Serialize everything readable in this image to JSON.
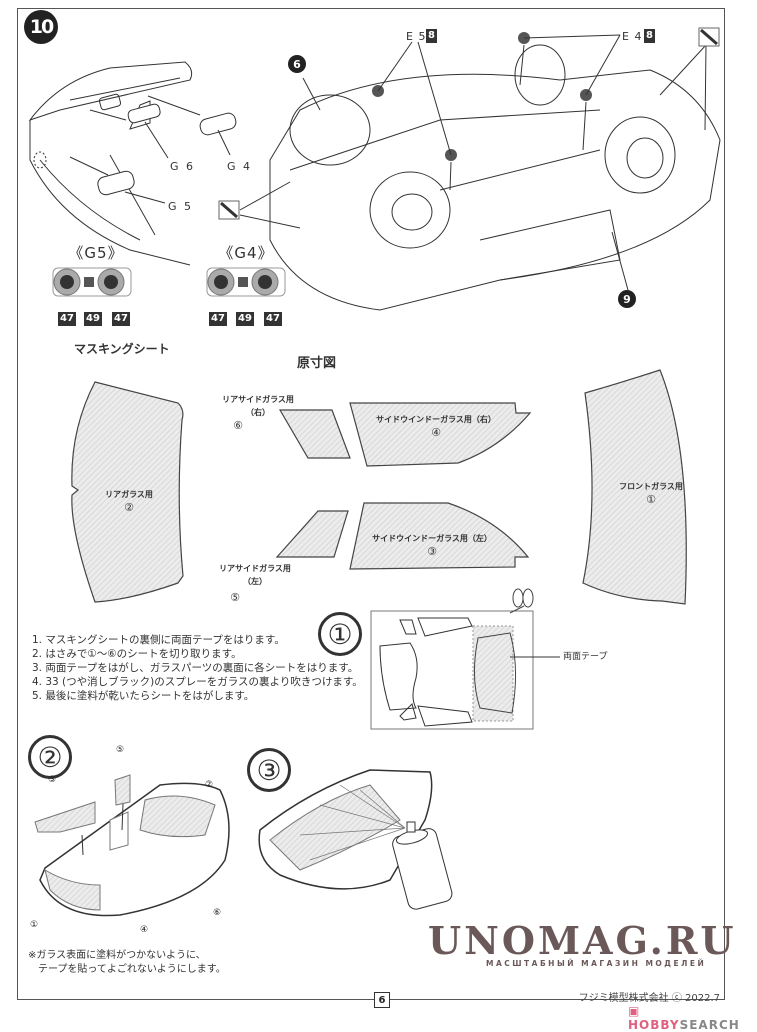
{
  "step_number": "10",
  "parts": {
    "g6": "G 6",
    "g4": "G 4",
    "g5": "G 5",
    "e5": "E 5",
    "e4": "E 4",
    "e_paint": "8",
    "callout_6": "6",
    "callout_9": "9"
  },
  "lamp_details": [
    {
      "title": "《G5》",
      "colors": [
        "47",
        "49",
        "47"
      ]
    },
    {
      "title": "《G4》",
      "colors": [
        "47",
        "49",
        "47"
      ]
    }
  ],
  "masking": {
    "section_title": "マスキングシート",
    "scale_title": "原寸図",
    "sheets": [
      {
        "label": "リアガラス用",
        "num": "②"
      },
      {
        "label": "リアサイドガラス用（右）",
        "num": "⑥"
      },
      {
        "label": "サイドウインドーガラス用（右）",
        "num": "④"
      },
      {
        "label": "フロントガラス用",
        "num": "①"
      },
      {
        "label": "リアサイドガラス用（左）",
        "num": "⑤"
      },
      {
        "label": "サイドウインドーガラス用（左）",
        "num": "③"
      }
    ]
  },
  "instructions": [
    "1. マスキングシートの裏側に両面テープをはります。",
    "2. はさみで①～⑥のシートを切り取ります。",
    "3. 両面テープをはがし、ガラスパーツの裏面に各シートをはります。",
    "4. 33 (つや消しブラック)のスプレーをガラスの裏より吹きつけます。",
    "5. 最後に塗料が乾いたらシートをはがします。"
  ],
  "substeps": {
    "one": "①",
    "two": "②",
    "three": "③",
    "tape_label": "両面テープ",
    "step2_labels": [
      "③",
      "⑤",
      "②",
      "①",
      "④",
      "⑥"
    ]
  },
  "note": [
    "※ガラス表面に塗料がつかないように、",
    "　テープを貼ってよごれないようにします。"
  ],
  "footer": {
    "page": "6",
    "copyright": "フジミ模型株式会社 ⓒ 2022.7",
    "watermark": "UNOMAG.RU",
    "watermark_sub": "МАСШТАБНЫЙ МАГАЗИН МОДЕЛЕЙ",
    "hobby_a": "HOBBY",
    "hobby_b": "SEARCH"
  }
}
